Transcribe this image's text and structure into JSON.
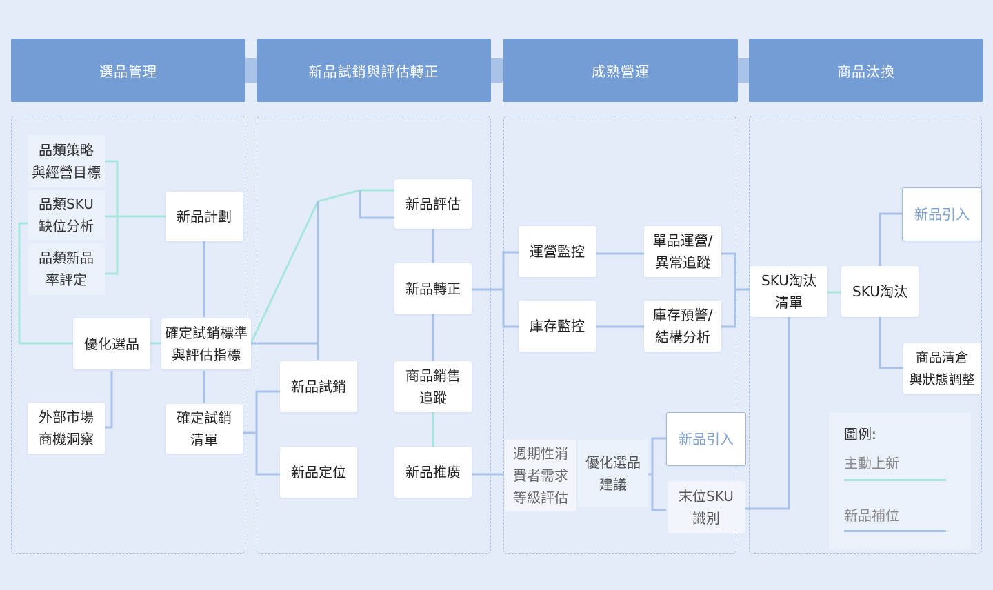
{
  "stages": [
    "選品管理",
    "新品試銷與評估轉正",
    "成熟營運",
    "商品汰換"
  ],
  "nodes": {
    "category_strategy": "品類策略\n與經營目標",
    "category_sku_gap": "品類SKU\n缺位分析",
    "category_new_rate": "品類新品\n率評定",
    "new_product_plan": "新品計劃",
    "optimize_selection": "優化選品",
    "define_trial_criteria": "確定試銷標準\n與評估指標",
    "market_insight": "外部市場\n商機洞察",
    "trial_list": "確定試銷\n清單",
    "new_trial": "新品試銷",
    "new_positioning": "新品定位",
    "new_evaluation": "新品評估",
    "new_promotion_regular": "新品轉正",
    "sales_tracking": "商品銷售\n追蹤",
    "new_marketing": "新品推廣",
    "ops_monitor": "運營監控",
    "inventory_monitor": "庫存監控",
    "single_ops_tracking": "單品運營/\n異常追蹤",
    "inventory_alert": "庫存預警/\n結構分析",
    "consumer_demand_rating": "週期性消\n費者需求\n等級評估",
    "optimize_suggestion": "優化選品\n建議",
    "new_introduce_mid": "新品引入",
    "tail_sku_identify": "末位SKU\n識別",
    "sku_elimination_list": "SKU淘汰\n清單",
    "sku_elimination": "SKU淘汰",
    "new_introduce_right": "新品引入",
    "clearance_adjust": "商品清倉\n與狀態調整"
  },
  "legend": {
    "title": "圖例:",
    "active_launch": "主動上新",
    "new_fill": "新品補位"
  },
  "colors": {
    "header": "#749dd6",
    "teal_line": "#a8e6dc",
    "blue_line": "#a9c2e8"
  }
}
